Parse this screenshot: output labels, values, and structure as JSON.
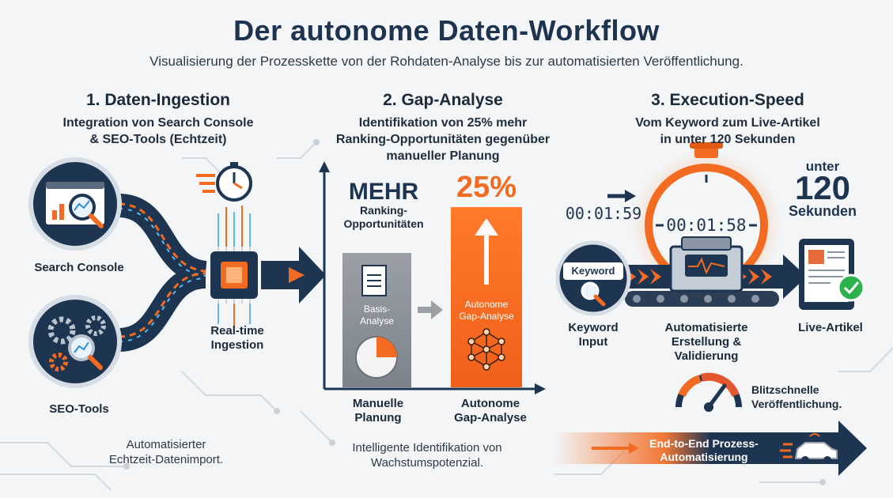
{
  "header": {
    "title": "Der autonome Daten-Workflow",
    "subtitle": "Visualisierung der Prozesskette von der Rohdaten-Analyse bis zur automatisierten Veröffentlichung."
  },
  "section1": {
    "title": "1. Daten-Ingestion",
    "desc_line1": "Integration von Search Console",
    "desc_line2": "& SEO-Tools (Echtzeit)",
    "source1_label": "Search Console",
    "source2_label": "SEO-Tools",
    "hub_label_line1": "Real-time",
    "hub_label_line2": "Ingestion",
    "footer_line1": "Automatisierter",
    "footer_line2": "Echtzeit-Datenimport."
  },
  "section2": {
    "title": "2. Gap-Analyse",
    "desc_line1": "Identifikation von 25% mehr",
    "desc_line2": "Ranking-Opportunitäten gegenüber",
    "desc_line3": "manueller Planung",
    "mehr_label": "MEHR",
    "ranking_line1": "Ranking-",
    "ranking_line2": "Opportunitäten",
    "percent_label": "25%",
    "basis_line1": "Basis-",
    "basis_line2": "Analyse",
    "auto_inner_line1": "Autonome",
    "auto_inner_line2": "Gap-Analyse",
    "bar1_label_line1": "Manuelle",
    "bar1_label_line2": "Planung",
    "bar2_label_line1": "Autonome",
    "bar2_label_line2": "Gap-Analyse",
    "footer_line1": "Intelligente Identifikation von",
    "footer_line2": "Wachstumspotenzial."
  },
  "section3": {
    "title": "3. Execution-Speed",
    "desc_line1": "Vom Keyword zum Live-Artikel",
    "desc_line2": "in unter 120 Sekunden",
    "timer_left": "00:01:59",
    "timer_center": "00:01:58",
    "speed_unter": "unter",
    "speed_number": "120",
    "speed_unit": "Sekunden",
    "keyword_badge": "Keyword",
    "step1_line1": "Keyword",
    "step1_line2": "Input",
    "step2_line1": "Automatisierte",
    "step2_line2": "Erstellung &",
    "step2_line3": "Validierung",
    "step3_label": "Live-Artikel",
    "gauge_line1": "Blitzschnelle",
    "gauge_line2": "Veröffentlichung.",
    "banner_line1": "End-to-End Prozess-",
    "banner_line2": "Automatisierung"
  },
  "colors": {
    "navy": "#1e3552",
    "orange": "#f26b21",
    "gray_bar": "#8a9097",
    "text": "#1b2a3a"
  }
}
